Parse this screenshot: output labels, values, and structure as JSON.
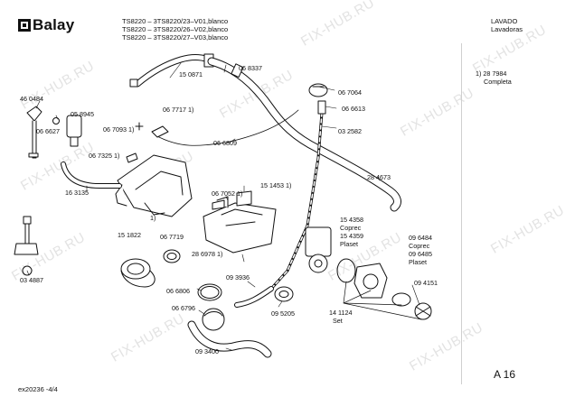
{
  "header": {
    "brand": "Balay",
    "model_lines": [
      "TS8220 – 3TS8220/23–V01,blanco",
      "TS8220 – 3TS8220/26–V02,blanco",
      "TS8220 – 3TS8220/27–V03,blanco"
    ],
    "category": "LAVADO",
    "subcategory": "Lavadoras"
  },
  "side_note": {
    "line1": "1) 28 7984",
    "line2": "Completa"
  },
  "footer": {
    "doc_id": "ex20236 -4/4",
    "page": "A 16"
  },
  "watermark": "FIX-HUB.RU",
  "part_labels": [
    {
      "id": "p1",
      "text": "46 0484"
    },
    {
      "id": "p2",
      "text": "05 8945"
    },
    {
      "id": "p3",
      "text": "06 6627"
    },
    {
      "id": "p4",
      "text": "06 7093 1)"
    },
    {
      "id": "p5",
      "text": "06 7717 1)"
    },
    {
      "id": "p6",
      "text": "15 0871"
    },
    {
      "id": "p7",
      "text": "06 8337"
    },
    {
      "id": "p8",
      "text": "06 7064"
    },
    {
      "id": "p9",
      "text": "06 6613"
    },
    {
      "id": "p10",
      "text": "03 2582"
    },
    {
      "id": "p11",
      "text": "06 7325 1)"
    },
    {
      "id": "p12",
      "text": "06 6809"
    },
    {
      "id": "p13",
      "text": "16 3135"
    },
    {
      "id": "p14",
      "text": "15 1453 1)"
    },
    {
      "id": "p15",
      "text": "06 7052 1)"
    },
    {
      "id": "p16",
      "text": "28 4673"
    },
    {
      "id": "p17",
      "text": "1)"
    },
    {
      "id": "p18",
      "text": "15 1822"
    },
    {
      "id": "p19",
      "text": "06 7719"
    },
    {
      "id": "p20",
      "text": "28 6978 1)"
    },
    {
      "id": "p21",
      "text": "15 4358"
    },
    {
      "id": "p22",
      "text": "Coprec"
    },
    {
      "id": "p23",
      "text": "15 4359"
    },
    {
      "id": "p24",
      "text": "Plaset"
    },
    {
      "id": "p25",
      "text": "09 6484"
    },
    {
      "id": "p26",
      "text": "Coprec"
    },
    {
      "id": "p27",
      "text": "09 6485"
    },
    {
      "id": "p28",
      "text": "Plaset"
    },
    {
      "id": "p29",
      "text": "03 4887"
    },
    {
      "id": "p30",
      "text": "09 3936"
    },
    {
      "id": "p31",
      "text": "06 6806"
    },
    {
      "id": "p32",
      "text": "06 6796"
    },
    {
      "id": "p33",
      "text": "09 5205"
    },
    {
      "id": "p34",
      "text": "14 1124"
    },
    {
      "id": "p35",
      "text": "Set"
    },
    {
      "id": "p36",
      "text": "09 4151"
    },
    {
      "id": "p37",
      "text": "09 3400"
    }
  ]
}
